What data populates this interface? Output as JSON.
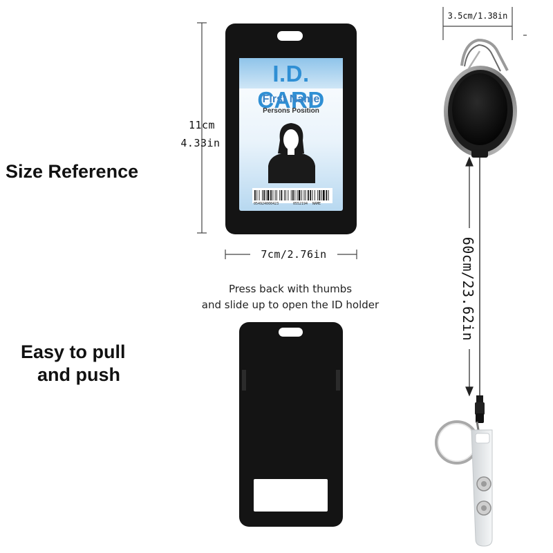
{
  "headings": {
    "size_reference": "Size Reference",
    "easy_line1": "Easy to pull",
    "easy_line2": "and push"
  },
  "dimensions": {
    "height_cm": "11cm",
    "height_in": "4.33in",
    "width": "7cm/2.76in",
    "reel_width": "3.5cm/1.38in",
    "cord_length": "60cm/23.62in"
  },
  "instruction": {
    "line1": "Press back with thumbs",
    "line2": "and slide up to open the ID holder"
  },
  "card": {
    "title": "I.D. CARD",
    "name": "First Name",
    "position": "Persons Position",
    "barcode_left": "054924000423",
    "barcode_mid": "0552194",
    "barcode_right": "NAME"
  },
  "colors": {
    "holder": "#141414",
    "card_blue": "#2f8fd4",
    "card_name": "#3c82c4"
  }
}
